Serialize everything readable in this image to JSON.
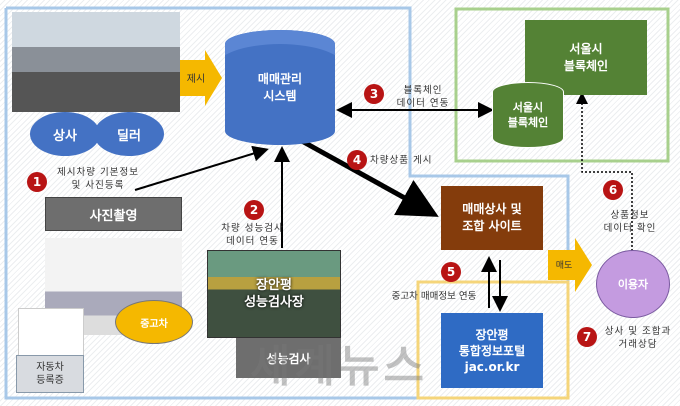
{
  "dealer_group": {
    "sangsa": "상사",
    "dealer": "딜러"
  },
  "present_arrow": "제시",
  "system": "매매관리\n시스템",
  "step1": {
    "num": "1",
    "text": "제시차량 기본정보\n및 사진등록"
  },
  "photo_label": "사진촬영",
  "used_car": "중고차",
  "registration": "자동차\n등록증",
  "step2": {
    "num": "2",
    "text": "차량 성능검사\n데이터 연동"
  },
  "inspection_site": "장안평\n성능검사장",
  "inspection_caption": "성능검사",
  "step3": {
    "num": "3",
    "text": "블록체인\n데이터 연동"
  },
  "seoul_chain_top": "서울시\n블록체인",
  "seoul_chain_db": "서울시\n블록체인",
  "step4": {
    "num": "4",
    "text": "차량상품 게시"
  },
  "dealer_site": "매매상사 및\n조합 사이트",
  "step5": {
    "num": "5",
    "text": "중고차 매매정보 연동"
  },
  "portal": {
    "name": "장안평\n통합정보포털",
    "url": "jac.or.kr"
  },
  "sale_arrow": "매도",
  "user": "이용자",
  "step6": {
    "num": "6",
    "text": "상품정보\n데이터 확인"
  },
  "step7": {
    "num": "7",
    "text": "상사 및 조합과\n거래상담"
  },
  "watermark": "세계뉴스",
  "colors": {
    "blue_border": "#a8c8e8",
    "green_border": "#a8d08d",
    "yellow_border": "#f5d57a",
    "cylinder": "#4472c4",
    "green_box": "#548235",
    "brown": "#843c0c",
    "portal": "#2f6bc4",
    "user": "#c49be0",
    "gray": "#6e6e6e",
    "orange": "#f5b800",
    "badge": "#b81414"
  }
}
